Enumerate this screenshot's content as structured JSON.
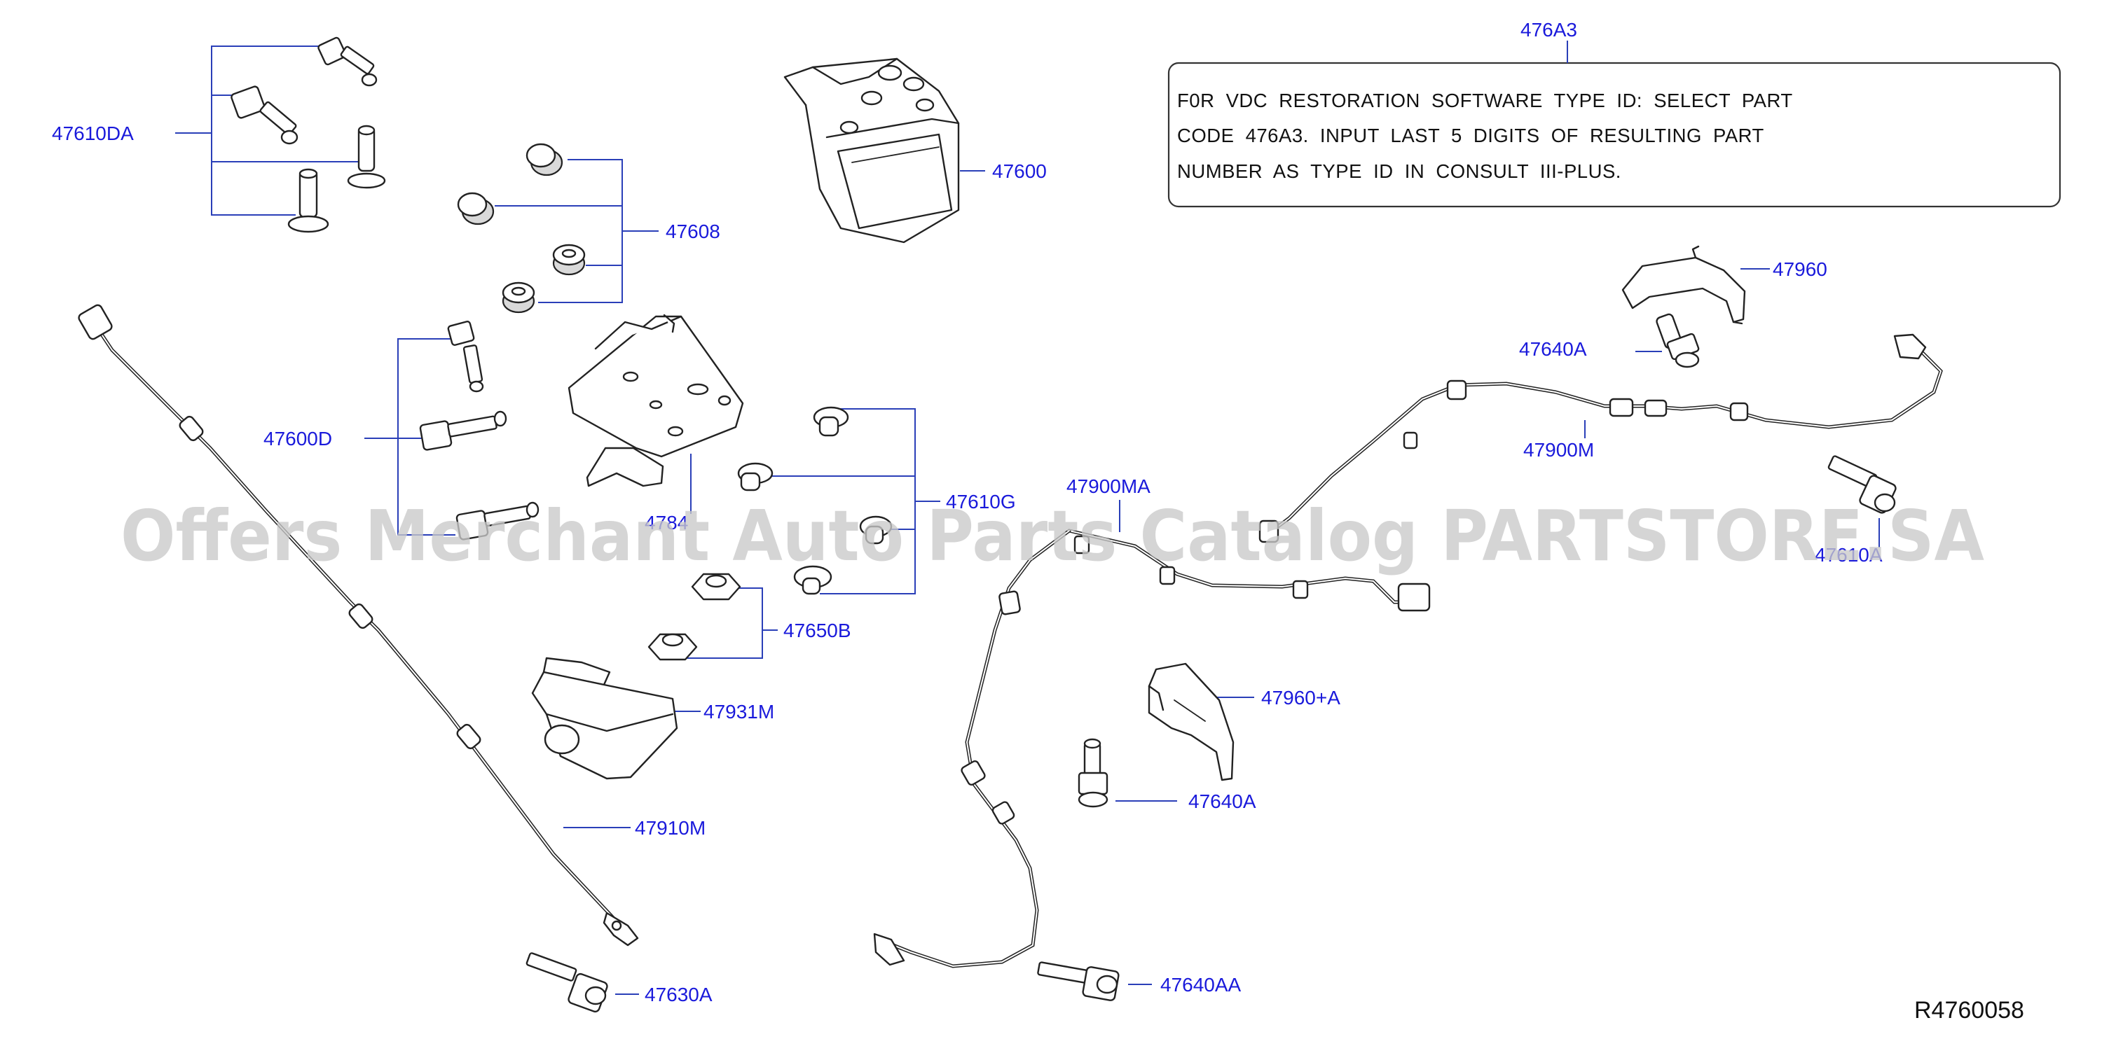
{
  "note": {
    "code": "476A3",
    "lines": [
      "F0R VDC RESTORATION SOFTWARE TYPE ID: SELECT PART",
      "CODE 476A3. INPUT LAST 5 DIGITS OF RESULTING PART",
      "NUMBER AS TYPE ID IN CONSULT III-PLUS."
    ]
  },
  "parts": {
    "p47610DA": "47610DA",
    "p47608": "47608",
    "p47600": "47600",
    "p47600D": "47600D",
    "p47840": "4784",
    "p47610G": "47610G",
    "p47650B": "47650B",
    "p47931M": "47931M",
    "p47910M": "47910M",
    "p47630A": "47630A",
    "p47900MA": "47900MA",
    "p47640A_top": "47640A",
    "p47960": "47960",
    "p47900M": "47900M",
    "p47610A": "47610A",
    "p47960A": "47960+A",
    "p47640A_mid": "47640A",
    "p47640AA": "47640AA"
  },
  "watermark": "Offers Merchant Auto Parts Catalog PARTSTORE.SA",
  "reference": "R4760058",
  "icons": {
    "abs_actuator": "abs-actuator-icon",
    "bracket": "bracket-icon",
    "bolt": "bolt-icon",
    "nut": "nut-icon",
    "grommet": "grommet-icon",
    "sensor": "sensor-icon",
    "harness": "harness-icon"
  }
}
